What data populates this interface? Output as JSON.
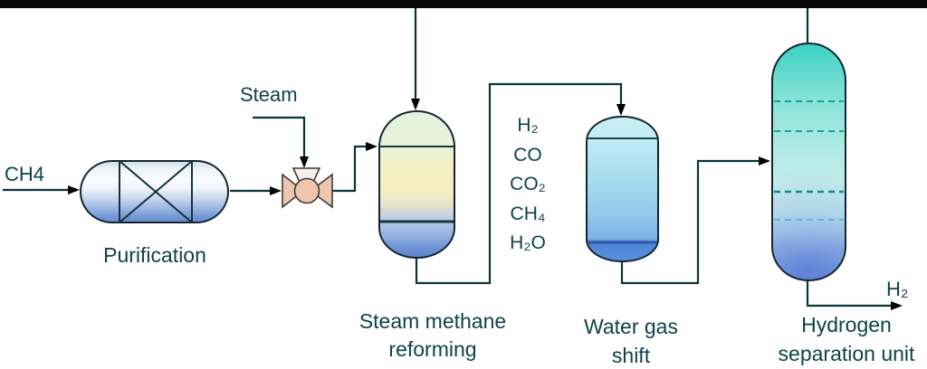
{
  "labels": {
    "feed": "CH4",
    "steam": "Steam",
    "purification": "Purification",
    "smr_line1": "Steam methane",
    "smr_line2": "reforming",
    "wgs_line1": "Water gas",
    "wgs_line2": "shift",
    "h2sep_line1": "Hydrogen",
    "h2sep_line2": "separation unit",
    "product": "H₂"
  },
  "gas_mixture": [
    "H₂",
    "CO",
    "CO₂",
    "CH₄",
    "H₂O"
  ],
  "colors": {
    "label_text": "#0d4348",
    "pipe": "#0b3537",
    "arrowhead": "#000000",
    "top_border": "#060606",
    "vessel_outline": "#14272e",
    "valve_body": "#f0c6ae",
    "valve_actuator": "#f7efe7",
    "purification_fill_bottom": "#6b90d2",
    "smr_fill_top": "#e6f3de",
    "smr_fill_mid": "#f3edc0",
    "smr_fill_bottom": "#5a82cc",
    "wgs_fill_top": "#c9eff6",
    "wgs_fill_bottom": "#4e85d6",
    "h2sep_fill_top": "#3bd1c5",
    "h2sep_fill_bottom": "#7595da",
    "h2sep_tray_dash": "#12a39c"
  }
}
